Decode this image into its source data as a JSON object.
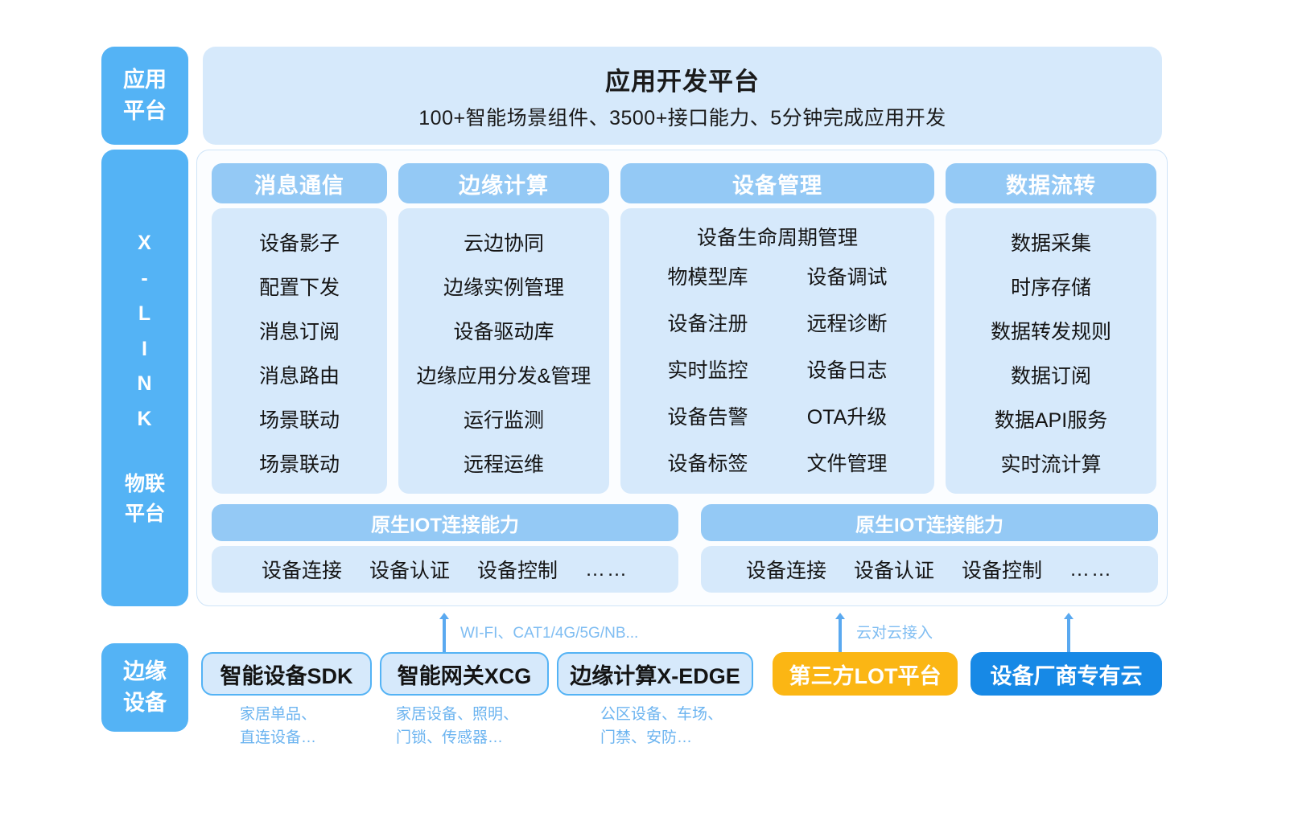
{
  "rails": {
    "app": [
      "应用",
      "平台"
    ],
    "middle_letters": [
      "X",
      "-",
      "L",
      "I",
      "N",
      "K"
    ],
    "middle_sub": [
      "物联",
      "平台"
    ],
    "edge": [
      "边缘",
      "设备"
    ]
  },
  "banner": {
    "title": "应用开发平台",
    "subtitle": "100+智能场景组件、3500+接口能力、5分钟完成应用开发"
  },
  "columns": [
    {
      "header": "消息通信",
      "items": [
        "设备影子",
        "配置下发",
        "消息订阅",
        "消息路由",
        "场景联动",
        "场景联动"
      ]
    },
    {
      "header": "边缘计算",
      "items": [
        "云边协同",
        "边缘实例管理",
        "设备驱动库",
        "边缘应用分发&管理",
        "运行监测",
        "远程运维"
      ]
    },
    {
      "header": "设备管理",
      "top_item": "设备生命周期管理",
      "grid_items": [
        "物模型库",
        "设备调试",
        "设备注册",
        "远程诊断",
        "实时监控",
        "设备日志",
        "设备告警",
        "OTA升级",
        "设备标签",
        "文件管理"
      ]
    },
    {
      "header": "数据流转",
      "items": [
        "数据采集",
        "时序存储",
        "数据转发规则",
        "数据订阅",
        "数据API服务",
        "实时流计算"
      ]
    }
  ],
  "iot_rows": [
    {
      "header": "原生IOT连接能力",
      "items": [
        "设备连接",
        "设备认证",
        "设备控制"
      ],
      "ellipsis": "……"
    },
    {
      "header": "原生IOT连接能力",
      "items": [
        "设备连接",
        "设备认证",
        "设备控制"
      ],
      "ellipsis": "……"
    }
  ],
  "arrow_labels": {
    "left": "WI-FI、CAT1/4G/5G/NB...",
    "middle": "云对云接入"
  },
  "devices": [
    {
      "label": "智能设备SDK",
      "style": "outline",
      "caption": "家居单品、\n直连设备…"
    },
    {
      "label": "智能网关XCG",
      "style": "outline",
      "caption": "家居设备、照明、\n门锁、传感器…"
    },
    {
      "label": "边缘计算X-EDGE",
      "style": "outline",
      "caption": "公区设备、车场、\n门禁、安防…"
    },
    {
      "label": "第三方LOT平台",
      "style": "amber",
      "caption": ""
    },
    {
      "label": "设备厂商专有云",
      "style": "blue",
      "caption": ""
    }
  ],
  "device_captions": [
    "家居单品、\n直连设备…",
    "家居设备、照明、\n门锁、传感器…",
    "公区设备、车场、\n门禁、安防…"
  ],
  "colors": {
    "rail_blue": "#54b3f5",
    "header_pill": "#94c9f5",
    "body_light": "#d6e9fb",
    "accent_amber": "#fbb614",
    "accent_blue": "#1789e6",
    "caption_blue": "#6cb4f0",
    "arrow_blue": "#5aa9f0"
  }
}
